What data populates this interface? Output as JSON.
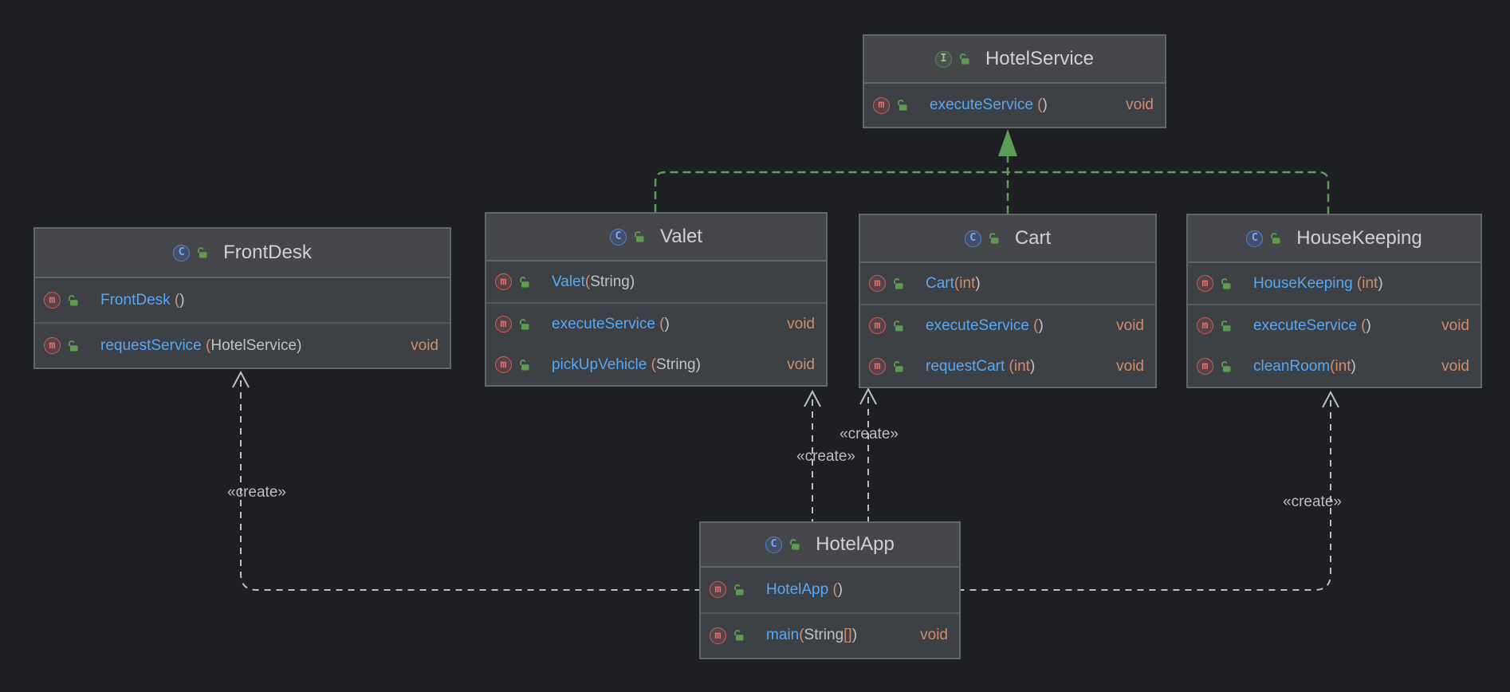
{
  "diagram": {
    "kind": "uml-class-diagram",
    "background": "#1e1f22",
    "colors": {
      "box_body": "#3d4045",
      "box_header": "#45474b",
      "box_border": "#63666b",
      "method_name_blue": "#56a8f5",
      "keyword_orange": "#cf8e6d",
      "plain_text_gray": "#bcbec4",
      "realization_green": "#5c9e58",
      "create_edge_gray": "#bdc0c3",
      "method_icon_red": "#d65a5a",
      "class_icon_blue": "#4d82e0",
      "interface_icon_green": "#4f8c52"
    }
  },
  "icons": {
    "method_letter": "m",
    "lock": "lock-open-icon"
  },
  "classes": [
    {
      "kind": "interface",
      "kind_letter": "I",
      "name": "HotelService",
      "members": [
        {
          "name": "executeService",
          "open": " (",
          "close": ")",
          "returns": "void"
        }
      ]
    },
    {
      "kind": "class",
      "kind_letter": "C",
      "name": "FrontDesk",
      "members": [
        {
          "name": "FrontDesk",
          "open": " (",
          "close": ")"
        },
        {
          "name": "requestService",
          "open": " (",
          "param": "HotelService",
          "param_kind": "class",
          "close": ")",
          "returns": "void"
        }
      ]
    },
    {
      "kind": "class",
      "kind_letter": "C",
      "name": "Valet",
      "members": [
        {
          "name": "Valet",
          "open": "(",
          "param": "String",
          "param_kind": "class",
          "close": ")"
        },
        {
          "name": "executeService",
          "open": " (",
          "close": ")",
          "returns": "void"
        },
        {
          "name": "pickUpVehicle",
          "open": " (",
          "param": "String",
          "param_kind": "class",
          "close": ")",
          "returns": "void"
        }
      ]
    },
    {
      "kind": "class",
      "kind_letter": "C",
      "name": "Cart",
      "members": [
        {
          "name": "Cart",
          "open": "(",
          "param": "int",
          "param_kind": "primitive",
          "close": ")"
        },
        {
          "name": "executeService",
          "open": " (",
          "close": ")",
          "returns": "void"
        },
        {
          "name": "requestCart",
          "open": " (",
          "param": "int",
          "param_kind": "primitive",
          "close": ")",
          "returns": "void"
        }
      ]
    },
    {
      "kind": "class",
      "kind_letter": "C",
      "name": "HouseKeeping",
      "members": [
        {
          "name": "HouseKeeping",
          "open": " (",
          "param": "int",
          "param_kind": "primitive",
          "close": ")"
        },
        {
          "name": "executeService",
          "open": " (",
          "close": ")",
          "returns": "void"
        },
        {
          "name": "cleanRoom",
          "open": "(",
          "param": "int",
          "param_kind": "primitive",
          "close": ")",
          "returns": "void"
        }
      ]
    },
    {
      "kind": "class",
      "kind_letter": "C",
      "name": "HotelApp",
      "members": [
        {
          "name": "HotelApp",
          "open": " (",
          "close": ")"
        },
        {
          "name": "main",
          "open": "(",
          "param": "String",
          "param_suffix": "[]",
          "param_kind": "class",
          "close": ")",
          "returns": "void"
        }
      ]
    }
  ],
  "edges": {
    "create_label": "«create»",
    "relationships": [
      {
        "type": "realization",
        "from": "Valet",
        "to": "HotelService"
      },
      {
        "type": "realization",
        "from": "Cart",
        "to": "HotelService"
      },
      {
        "type": "realization",
        "from": "HouseKeeping",
        "to": "HotelService"
      },
      {
        "type": "create",
        "from": "HotelApp",
        "to": "FrontDesk"
      },
      {
        "type": "create",
        "from": "HotelApp",
        "to": "Valet"
      },
      {
        "type": "create",
        "from": "HotelApp",
        "to": "Cart"
      },
      {
        "type": "create",
        "from": "HotelApp",
        "to": "HouseKeeping"
      }
    ]
  }
}
